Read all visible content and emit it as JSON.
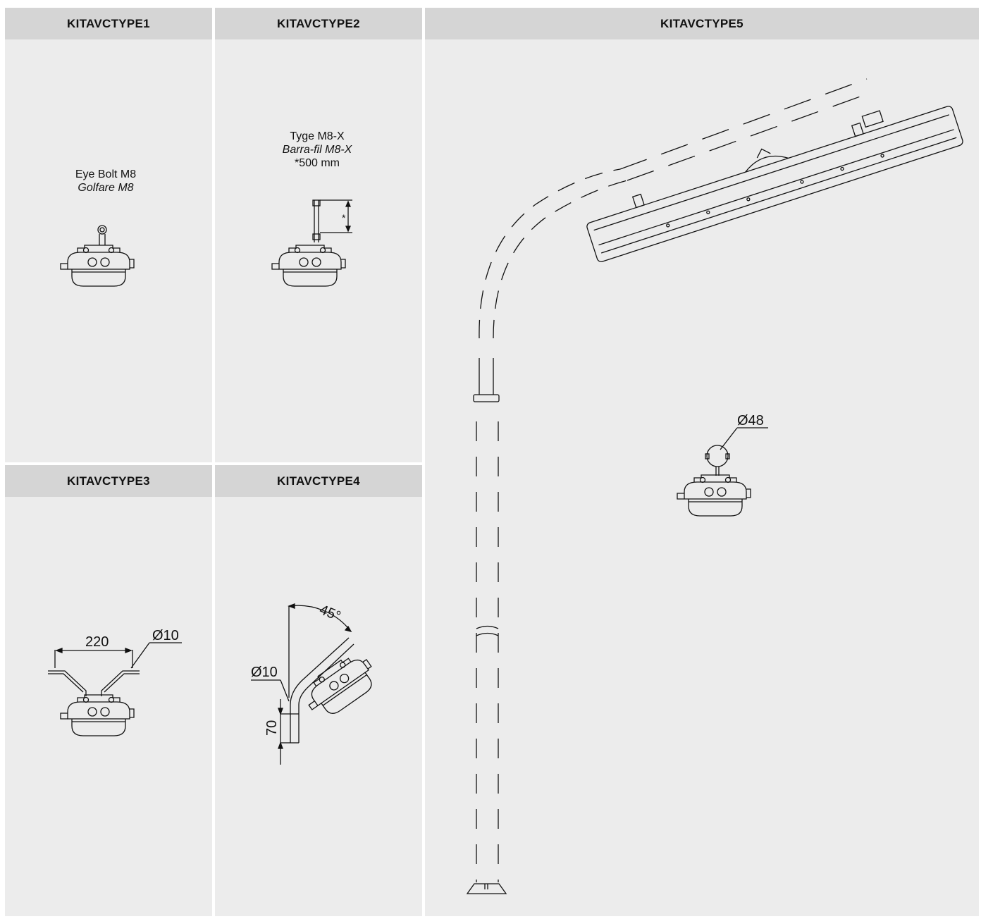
{
  "panels": {
    "type1": {
      "title": "KITAVCTYPE1",
      "caption_line1": "Eye Bolt M8",
      "caption_line2": "Golfare M8"
    },
    "type2": {
      "title": "KITAVCTYPE2",
      "caption_line1": "Tyge M8-X",
      "caption_line2": "Barra-fil M8-X",
      "caption_line3": "*500 mm",
      "dim_mark": "*"
    },
    "type3": {
      "title": "KITAVCTYPE3",
      "width_dim": "220",
      "diameter_dim": "Ø10"
    },
    "type4": {
      "title": "KITAVCTYPE4",
      "angle_dim": "45°",
      "diameter_dim": "Ø10",
      "height_dim": "70"
    },
    "type5": {
      "title": "KITAVCTYPE5",
      "diameter_dim": "Ø48"
    }
  }
}
